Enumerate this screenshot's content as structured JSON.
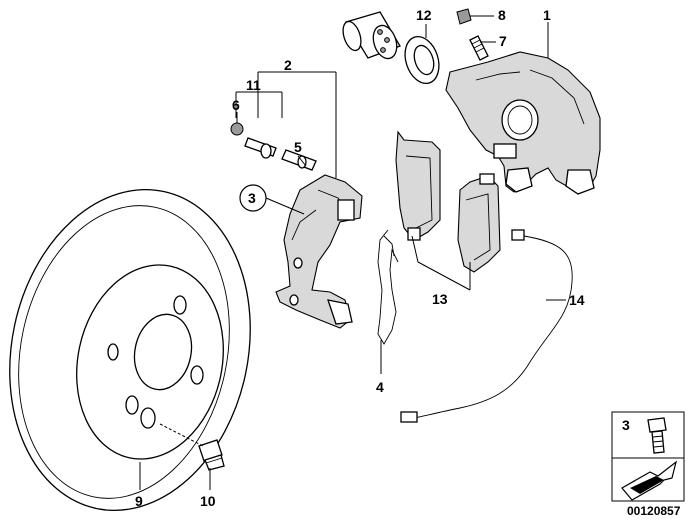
{
  "diagram": {
    "callouts": [
      "1",
      "2",
      "3",
      "4",
      "5",
      "6",
      "7",
      "8",
      "9",
      "10",
      "11",
      "12",
      "13",
      "14"
    ],
    "circled_callout": "3",
    "inset": {
      "callout": "3"
    },
    "reference_number": "00120857"
  }
}
